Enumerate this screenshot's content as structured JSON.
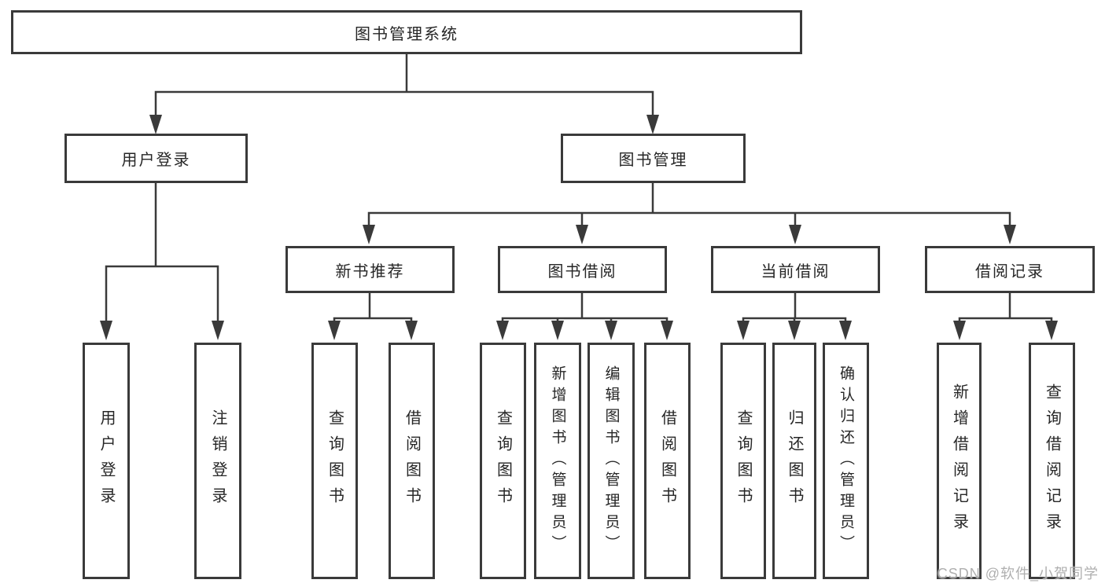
{
  "tree": {
    "root": {
      "label": "图书管理系统"
    },
    "user_login": {
      "label": "用户登录",
      "children": [
        {
          "label": "用户登录"
        },
        {
          "label": "注销登录"
        }
      ]
    },
    "book_management": {
      "label": "图书管理",
      "sections": [
        {
          "label": "新书推荐",
          "children": [
            {
              "label": "查询图书"
            },
            {
              "label": "借阅图书"
            }
          ]
        },
        {
          "label": "图书借阅",
          "children": [
            {
              "label": "查询图书"
            },
            {
              "label": "新增图书（管理员）"
            },
            {
              "label": "编辑图书（管理员）"
            },
            {
              "label": "借阅图书"
            }
          ]
        },
        {
          "label": "当前借阅",
          "children": [
            {
              "label": "查询图书"
            },
            {
              "label": "归还图书"
            },
            {
              "label": "确认归还（管理员）"
            }
          ]
        },
        {
          "label": "借阅记录",
          "children": [
            {
              "label": "新增借阅记录"
            },
            {
              "label": "查询借阅记录"
            }
          ]
        }
      ]
    }
  },
  "watermark": {
    "text": "CSDN @软件_小贺同学"
  },
  "colors": {
    "line": "#3a3a3a",
    "box_border": "#3a3a3a",
    "box_background": "#ffffff",
    "text": "#262626",
    "watermark": "#a8a8a8"
  }
}
